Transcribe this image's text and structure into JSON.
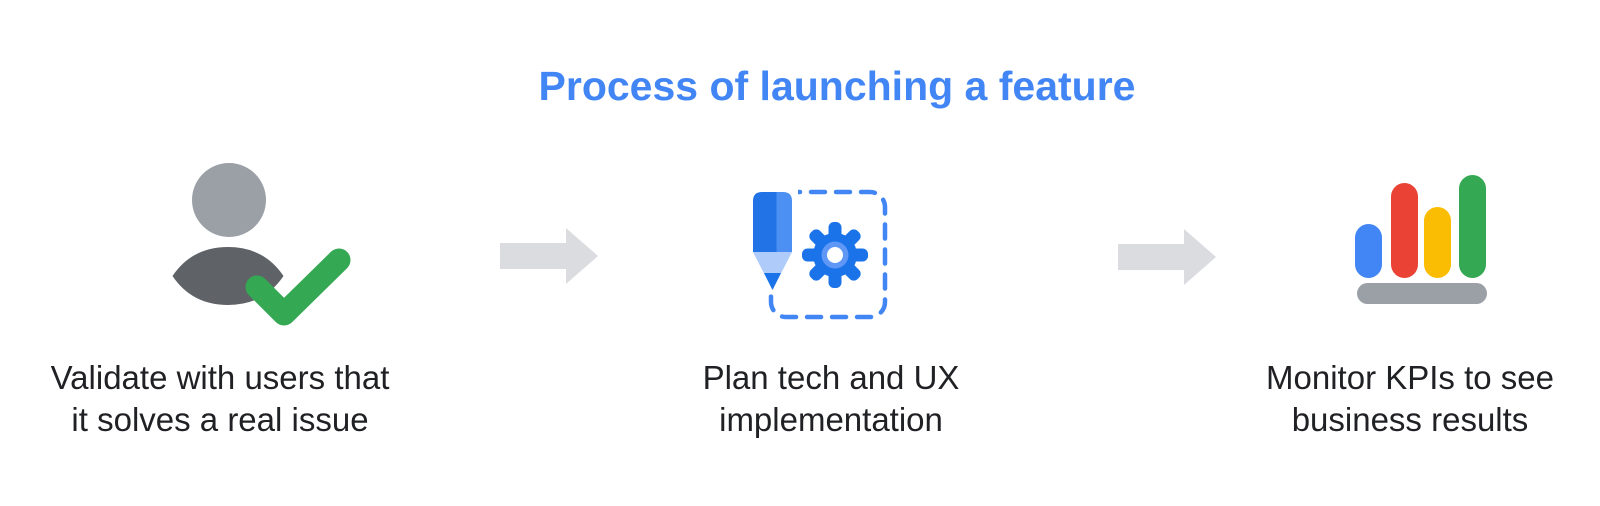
{
  "title": {
    "text": "Process of launching a feature"
  },
  "steps": [
    {
      "id": "validate",
      "icon": "person-check-icon",
      "label": "Validate with users that\nit solves a real issue"
    },
    {
      "id": "plan",
      "icon": "pencil-gear-icon",
      "label": "Plan tech and UX\nimplementation"
    },
    {
      "id": "monitor",
      "icon": "bar-chart-icon",
      "label": "Monitor KPIs to see\nbusiness results"
    }
  ],
  "connectors": [
    {
      "icon": "arrow-right-icon"
    },
    {
      "icon": "arrow-right-icon"
    }
  ],
  "colors": {
    "title_blue": "#4285F4",
    "step_text": "#202124",
    "arrow_gray": "#DADCE0",
    "person_head_gray": "#9AA0A6",
    "person_body_gray": "#5F6368",
    "check_green": "#34A853",
    "pencil_body_left": "#2173E6",
    "pencil_body_right": "#4C90F3",
    "pencil_tip_blue": "#AECBFA",
    "pencil_point_blue": "#1A73E8",
    "gear_blue": "#1A73E8",
    "gear_ring_blue": "#5E97F6",
    "dash_blue": "#4285F4",
    "bar_blue": "#4285F4",
    "bar_red": "#EA4335",
    "bar_yellow": "#FBBC04",
    "bar_green": "#34A853",
    "chart_base_gray": "#9AA0A6",
    "bg": "#FFFFFF"
  }
}
